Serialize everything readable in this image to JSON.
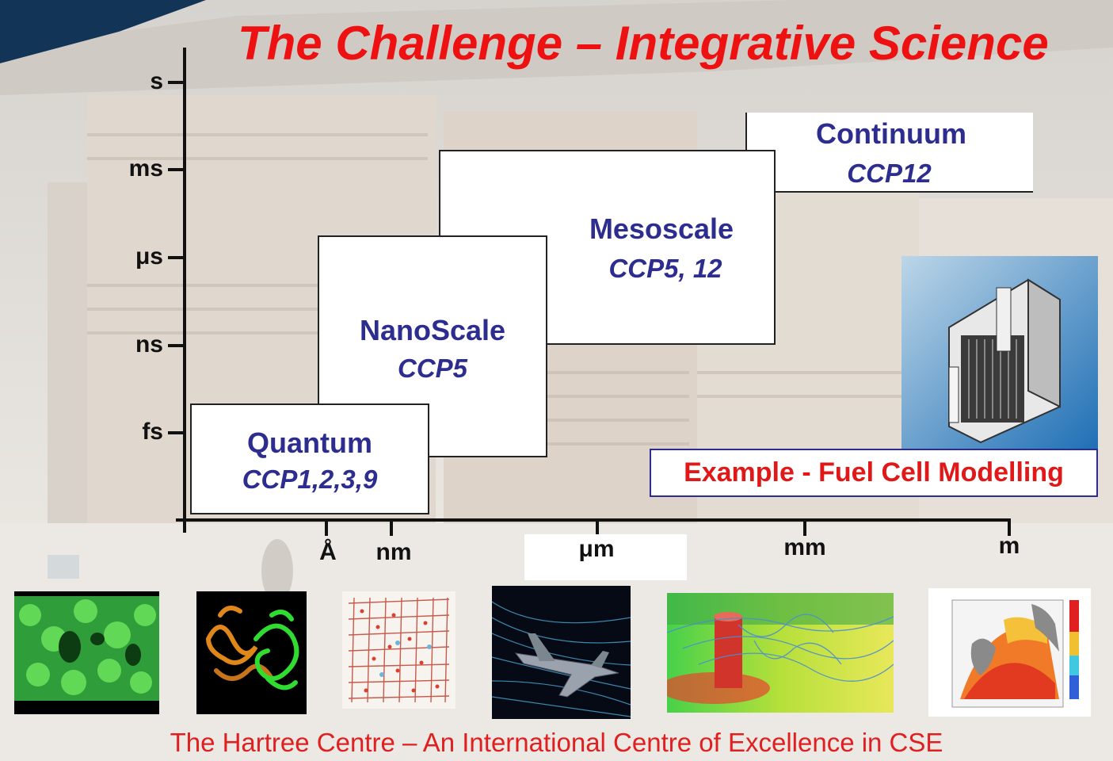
{
  "title": "The Challenge – Integrative Science",
  "axes": {
    "time_ticks": [
      "s",
      "ms",
      "μs",
      "ns",
      "fs"
    ],
    "length_ticks": [
      "Å",
      "nm",
      "μm",
      "mm",
      "m"
    ]
  },
  "scales": [
    {
      "name": "Quantum",
      "code": "CCP1,2,3,9"
    },
    {
      "name": "NanoScale",
      "code": "CCP5"
    },
    {
      "name": "Mesoscale",
      "code": "CCP5, 12"
    },
    {
      "name": "Continuum",
      "code": "CCP12"
    }
  ],
  "example": {
    "label": "Example - Fuel Cell Modelling",
    "image": "fuel-cell-cutaway-icon"
  },
  "thumbnails": [
    "molecular-lattice-image",
    "protein-structure-image",
    "atomic-grid-image",
    "aircraft-flow-image",
    "fluid-flow-simulation-image",
    "sea-temperature-map-image"
  ],
  "footer": "The Hartree Centre – An International Centre of Excellence in CSE",
  "colors": {
    "title": "#ee1111",
    "box_text": "#2d2d8f",
    "example_text": "#e01818",
    "footer": "#e02020"
  }
}
